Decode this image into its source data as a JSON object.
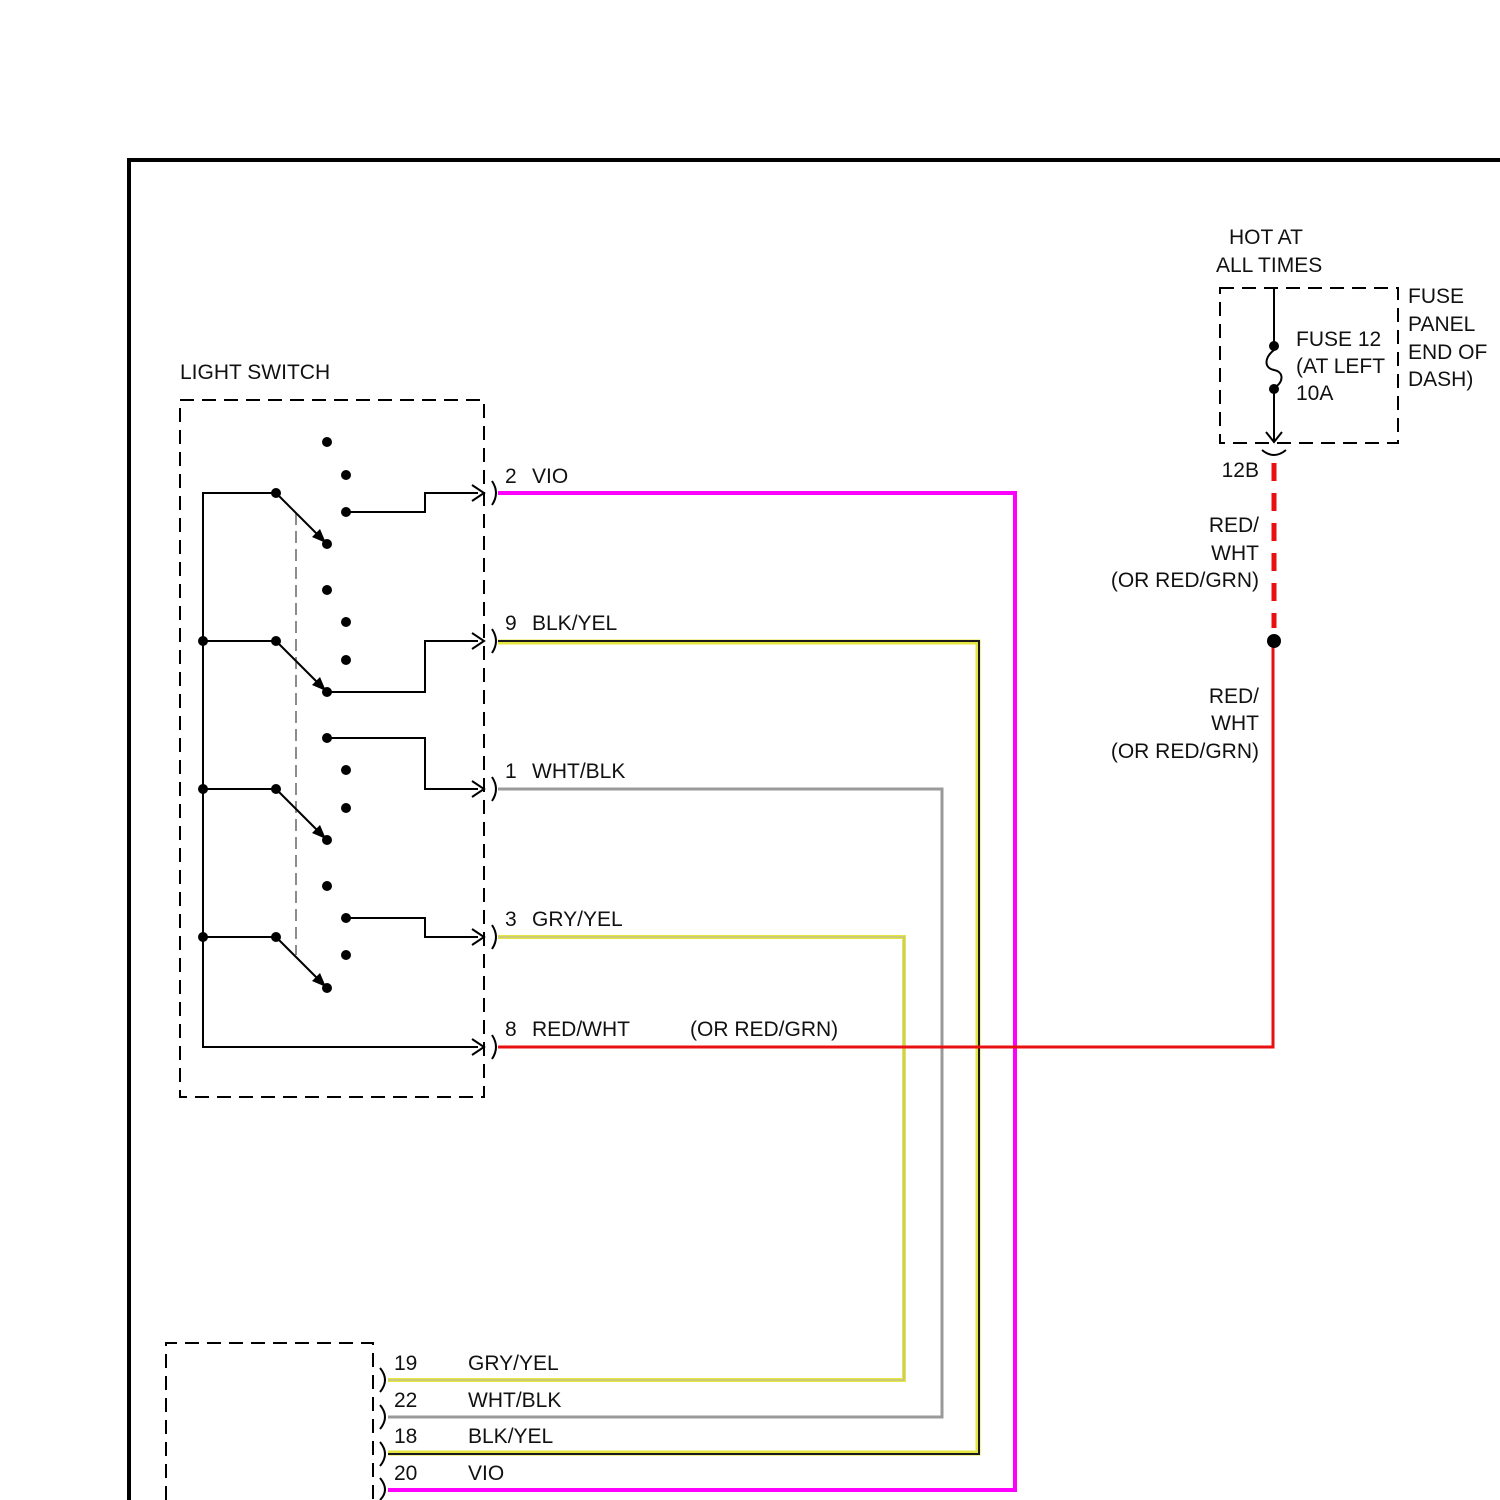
{
  "light_switch": {
    "label": "LIGHT SWITCH"
  },
  "fuse_panel": {
    "hot_label_line1": "HOT AT",
    "hot_label_line2": "ALL TIMES",
    "fuse_line1": "FUSE 12",
    "fuse_line2": "(AT LEFT",
    "fuse_line3": "10A",
    "panel_line1": "FUSE",
    "panel_line2": "PANEL",
    "panel_line3": "END OF",
    "panel_line4": "DASH)",
    "connector": "12B"
  },
  "feed_wire": {
    "upper_line1": "RED/",
    "upper_line2": "WHT",
    "upper_line3": "(OR RED/GRN)",
    "lower_line1": "RED/",
    "lower_line2": "WHT",
    "lower_line3": "(OR RED/GRN)"
  },
  "switch_pins": [
    {
      "pin": "2",
      "wire": "VIO",
      "color": "#ff00ff"
    },
    {
      "pin": "9",
      "wire": "BLK/YEL",
      "color": "#1a1a1a"
    },
    {
      "pin": "1",
      "wire": "WHT/BLK",
      "color": "#9a9a9a"
    },
    {
      "pin": "3",
      "wire": "GRY/YEL",
      "color": "#dddd33"
    },
    {
      "pin": "8",
      "wire": "RED/WHT",
      "alt": "(OR RED/GRN)",
      "color": "#e81010"
    }
  ],
  "lower_pins": [
    {
      "pin": "19",
      "wire": "GRY/YEL"
    },
    {
      "pin": "22",
      "wire": "WHT/BLK"
    },
    {
      "pin": "18",
      "wire": "BLK/YEL"
    },
    {
      "pin": "20",
      "wire": "VIO"
    }
  ],
  "colors": {
    "vio": "#ff00ff",
    "red": "#e81010",
    "yellow": "#e6e640",
    "gray": "#9a9a9a",
    "black": "#1a1a1a"
  }
}
